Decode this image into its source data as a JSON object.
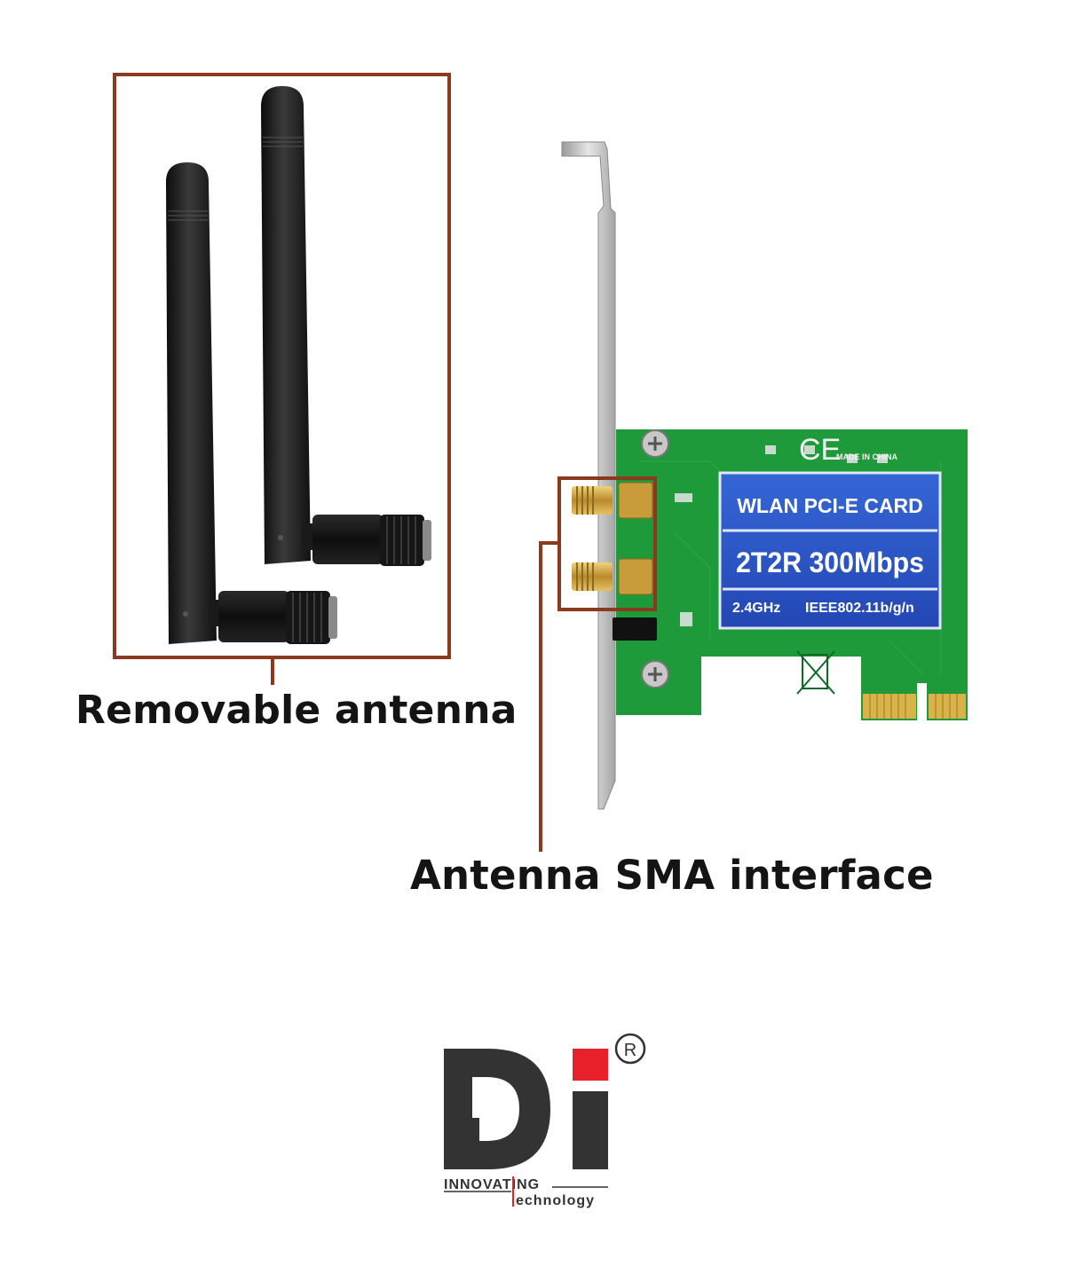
{
  "callouts": {
    "antenna_label": "Removable antenna",
    "sma_label": "Antenna SMA interface",
    "frame_color": "#8b3a1e"
  },
  "card": {
    "sticker_title": "WLAN PCI-E CARD",
    "sticker_model": "2T2R 300Mbps",
    "sticker_band": "2.4GHz",
    "sticker_standard": "IEEE802.11b/g/n",
    "ce_mark": "CE",
    "made_in": "MADE IN CHINA",
    "pcb_color": "#1f9a3a",
    "sticker_color": "#2a4fbf"
  },
  "logo": {
    "brand": "Di",
    "registered_mark": "®",
    "tagline_top": "INNOVATING",
    "tagline_bottom": "echnology",
    "accent_color": "#e8202a",
    "dark_color": "#333333"
  }
}
